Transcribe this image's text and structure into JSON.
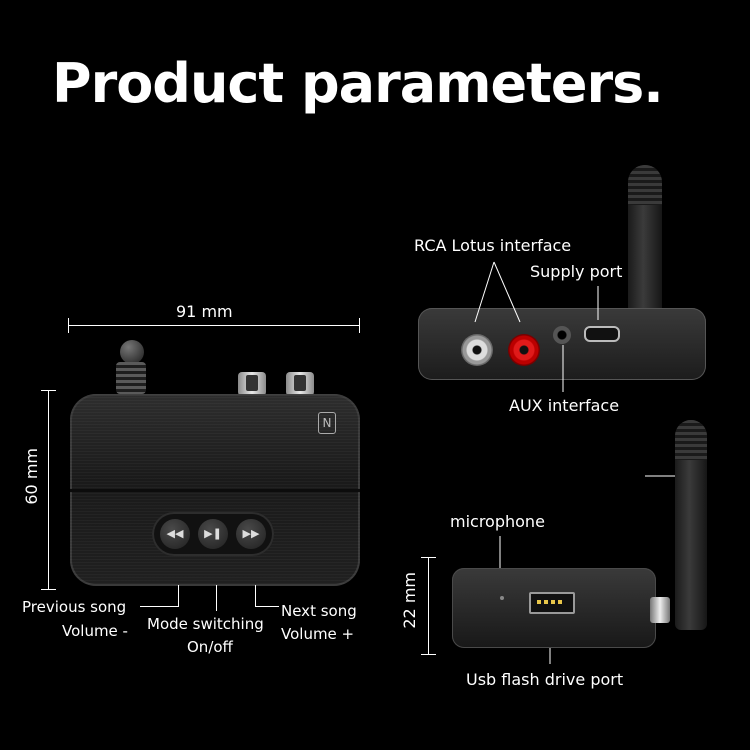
{
  "title": "Product parameters.",
  "front_view": {
    "width_label": "91 mm",
    "height_label": "60 mm",
    "buttons": {
      "prev_glyph": "◀◀",
      "play_glyph": "▶❚",
      "next_glyph": "▶▶"
    },
    "nfc_glyph": "N",
    "callouts": {
      "previous_song": "Previous song",
      "volume_minus": "Volume -",
      "mode_switching": "Mode switching",
      "on_off": "On/off",
      "next_song": "Next song",
      "volume_plus": "Volume +"
    }
  },
  "back_view": {
    "rca_label": "RCA Lotus interface",
    "supply_label": "Supply port",
    "aux_label": "AUX interface"
  },
  "side_view": {
    "height_label": "22 mm",
    "mic_label": "microphone",
    "usb_label": "Usb flash drive port"
  },
  "colors": {
    "background": "#000000",
    "text": "#ffffff",
    "rca_red": "#e01a1a"
  }
}
